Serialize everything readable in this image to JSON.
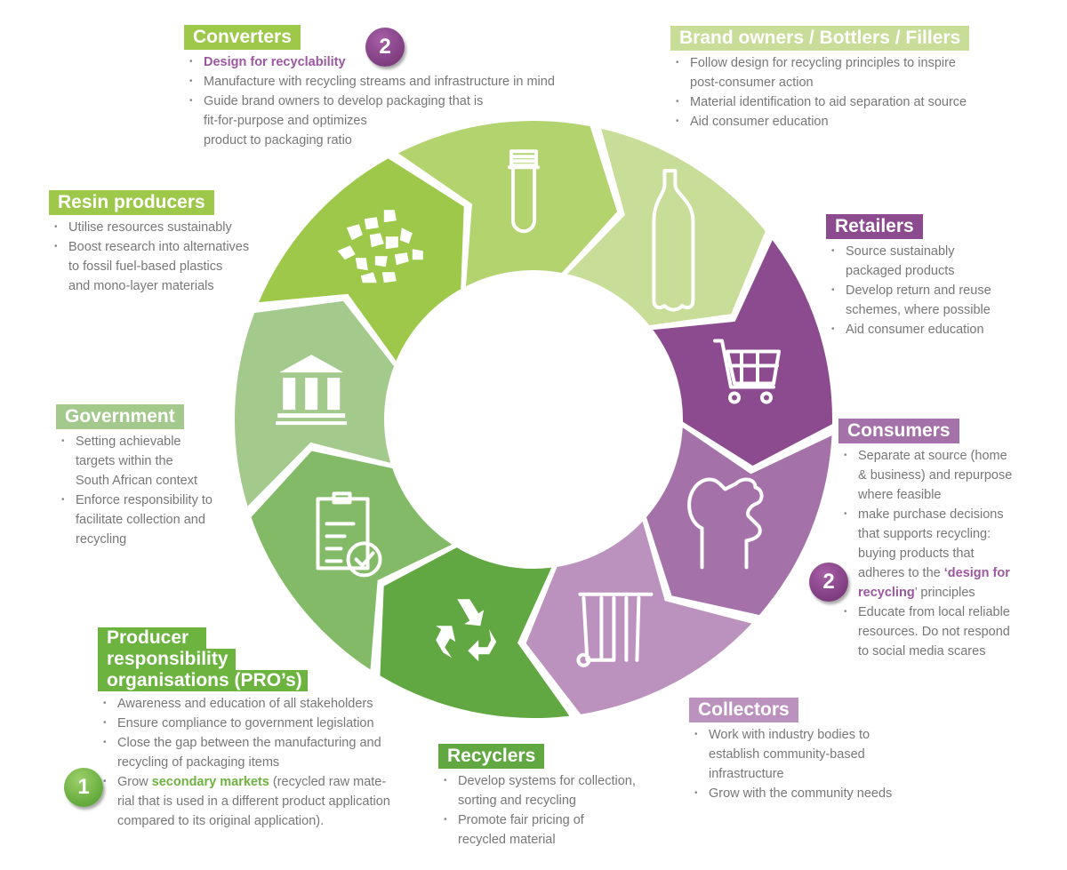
{
  "colors": {
    "converters": "#b3d36f",
    "brand_owners": "#c8dd97",
    "retailers": "#8b4b8e",
    "consumers": "#a472a8",
    "collectors": "#bb92bd",
    "recyclers": "#61a842",
    "pros": "#83ba67",
    "government": "#a4c98c",
    "resin_producers": "#9dc84a",
    "highlight_purple": "#9c57a0",
    "highlight_green": "#6db33f"
  },
  "segments": [
    {
      "id": "converters",
      "icon": "preform-icon"
    },
    {
      "id": "brand_owners",
      "icon": "bottle-icon"
    },
    {
      "id": "retailers",
      "icon": "shopping-cart-icon"
    },
    {
      "id": "consumers",
      "icon": "person-drinking-icon"
    },
    {
      "id": "collectors",
      "icon": "recycling-bin-icon"
    },
    {
      "id": "recyclers",
      "icon": "recycle-icon"
    },
    {
      "id": "pros",
      "icon": "clipboard-check-icon"
    },
    {
      "id": "government",
      "icon": "government-building-icon"
    },
    {
      "id": "resin_producers",
      "icon": "resin-pellets-icon"
    }
  ],
  "converters": {
    "title": "Converters",
    "badge": "2",
    "bullets": [
      "Design for recyclability",
      "Manufacture with recycling streams and infrastructure in mind",
      "Guide brand owners to develop packaging that is",
      "fit-for-purpose and optimizes",
      "product to packaging ratio"
    ]
  },
  "brand_owners": {
    "title": "Brand owners / Bottlers / Fillers",
    "bullets": [
      "Follow design for recycling principles to inspire",
      "post-consumer action",
      "Material identification to aid separation at source",
      "Aid consumer education"
    ]
  },
  "retailers": {
    "title": "Retailers",
    "bullets": [
      "Source sustainably",
      "packaged products",
      "Develop return and reuse",
      "schemes, where possible",
      "Aid consumer education"
    ]
  },
  "consumers": {
    "title": "Consumers",
    "badge": "2",
    "bullets": [
      "Separate at source (home",
      "& business) and repurpose",
      "where feasible",
      "make purchase decisions",
      "that supports recycling:",
      "buying products that",
      "adheres to the ",
      "‘design for",
      "recycling",
      "’ principles",
      "Educate from local reliable",
      "resources.  Do not respond",
      "to social media scares"
    ]
  },
  "collectors": {
    "title": "Collectors",
    "bullets": [
      "Work with industry bodies to",
      "establish community-based",
      "infrastructure",
      "Grow with the community needs"
    ]
  },
  "recyclers": {
    "title": "Recyclers",
    "bullets": [
      "Develop systems for collection,",
      "sorting and recycling",
      "Promote fair pricing of",
      "recycled material"
    ]
  },
  "pros": {
    "title_lines": [
      "Producer",
      "responsibility",
      "organisations (PRO’s)"
    ],
    "badge": "1",
    "bullets": [
      "Awareness and education of all stakeholders",
      "Ensure compliance to government legislation",
      "Close the gap between the manufacturing and",
      "recycling of packaging items",
      "Grow ",
      "secondary markets",
      " (recycled raw mate-",
      "rial that is used in a different product application",
      "compared to its original application)."
    ]
  },
  "government": {
    "title": "Government",
    "bullets": [
      "Setting achievable",
      "targets within the",
      "South African context",
      "Enforce responsibility to",
      "facilitate collection and",
      "recycling"
    ]
  },
  "resin_producers": {
    "title": "Resin producers",
    "bullets": [
      "Utilise resources sustainably",
      "Boost research into alternatives",
      "to fossil fuel-based plastics",
      "and mono-layer materials"
    ]
  }
}
